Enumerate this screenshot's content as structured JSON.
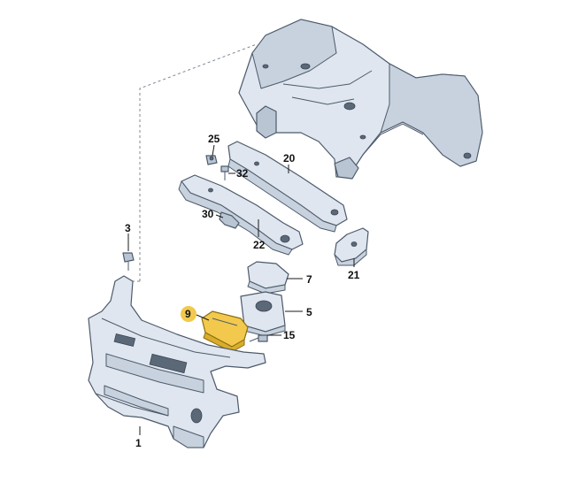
{
  "diagram": {
    "highlight_color": "#f2c94c",
    "callouts": [
      {
        "id": "c1",
        "label": "1"
      },
      {
        "id": "c3",
        "label": "3"
      },
      {
        "id": "c5",
        "label": "5"
      },
      {
        "id": "c7",
        "label": "7"
      },
      {
        "id": "c9",
        "label": "9",
        "highlighted": true
      },
      {
        "id": "c15",
        "label": "15"
      },
      {
        "id": "c20",
        "label": "20"
      },
      {
        "id": "c21",
        "label": "21"
      },
      {
        "id": "c22",
        "label": "22"
      },
      {
        "id": "c25",
        "label": "25"
      },
      {
        "id": "c30",
        "label": "30"
      },
      {
        "id": "c32",
        "label": "32"
      }
    ]
  }
}
